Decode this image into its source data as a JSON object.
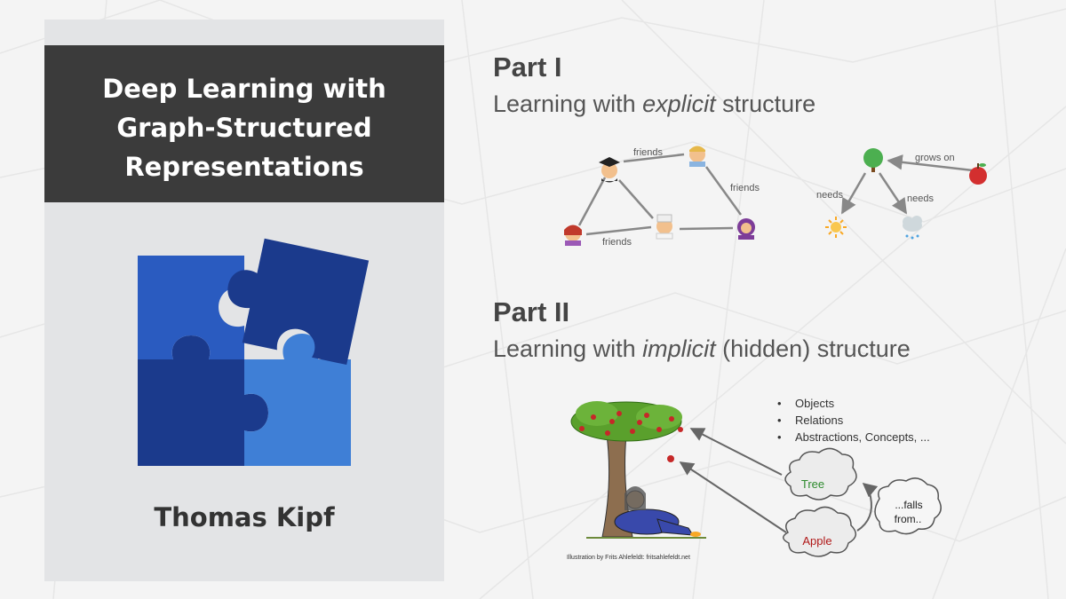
{
  "book": {
    "title_lines": [
      "Deep Learning with",
      "Graph-Structured",
      "Representations"
    ],
    "author": "Thomas Kipf"
  },
  "part1": {
    "heading": "Part I",
    "subtitle_pre": "Learning with ",
    "subtitle_em": "explicit",
    "subtitle_post": " structure",
    "social_graph": {
      "edge_labels": [
        "friends",
        "friends",
        "friends"
      ]
    },
    "knowledge_graph": {
      "edge_labels": [
        "grows on",
        "needs",
        "needs"
      ]
    }
  },
  "part2": {
    "heading": "Part II",
    "subtitle_pre": "Learning with ",
    "subtitle_em": "implicit",
    "subtitle_post": " (hidden) structure",
    "bullets": [
      "Objects",
      "Relations",
      "Abstractions, Concepts, ..."
    ],
    "clouds": [
      "Tree",
      "Apple",
      "...falls",
      "from.."
    ],
    "credit": "Illustration by Frits Ahlefeldt: fritsahlefeldt.net"
  },
  "colors": {
    "cover_band": "#3b3b3b",
    "puzzle_dark": "#1b3a8c",
    "puzzle_mid": "#2a5bc0",
    "puzzle_light": "#3f7fd6",
    "tree_label": "#2e8b2e",
    "apple_label": "#b01818"
  }
}
